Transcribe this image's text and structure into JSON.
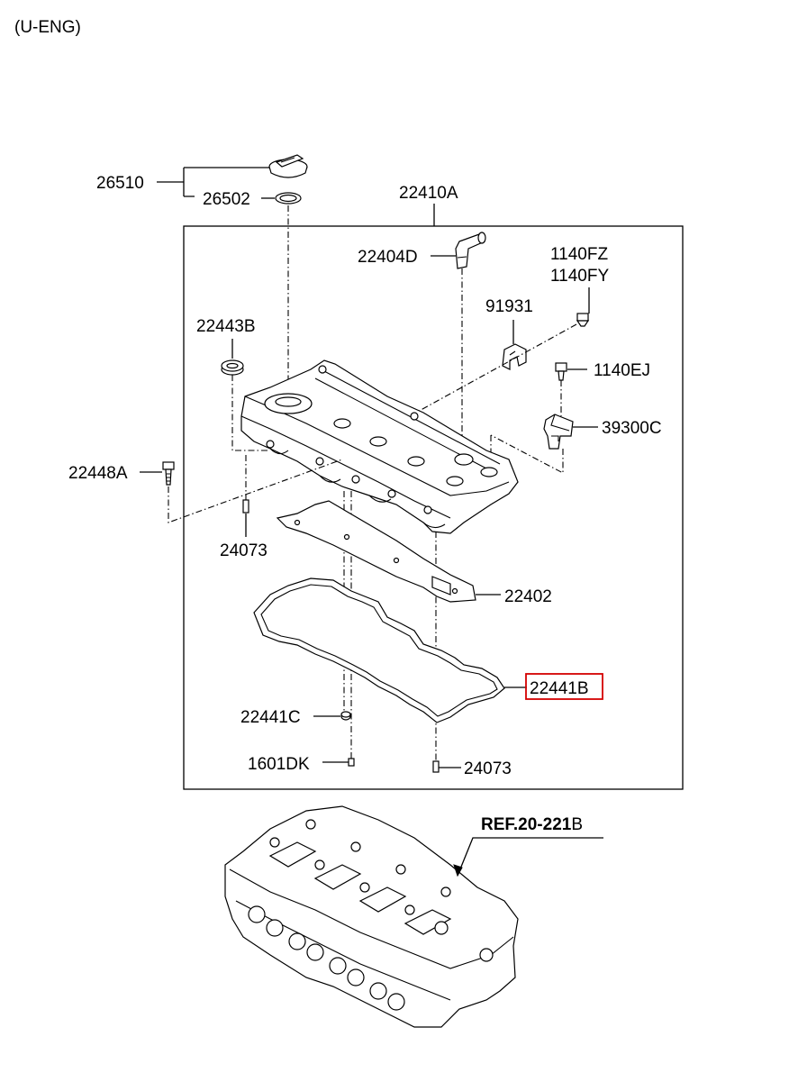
{
  "title": "(U-ENG)",
  "reference": {
    "bold": "REF.20-221",
    "suffix": "B"
  },
  "highlighted_part": "22441B",
  "highlight_color": "#d40000",
  "labels": {
    "p26510": "26510",
    "p26502": "26502",
    "p22410A": "22410A",
    "p22404D": "22404D",
    "p1140FZ": "1140FZ",
    "p1140FY": "1140FY",
    "p91931": "91931",
    "p22443B": "22443B",
    "p1140EJ": "1140EJ",
    "p39300C": "39300C",
    "p22448A": "22448A",
    "p24073a": "24073",
    "p22402": "22402",
    "p22441B": "22441B",
    "p22441C": "22441C",
    "p1601DK": "1601DK",
    "p24073b": "24073"
  }
}
